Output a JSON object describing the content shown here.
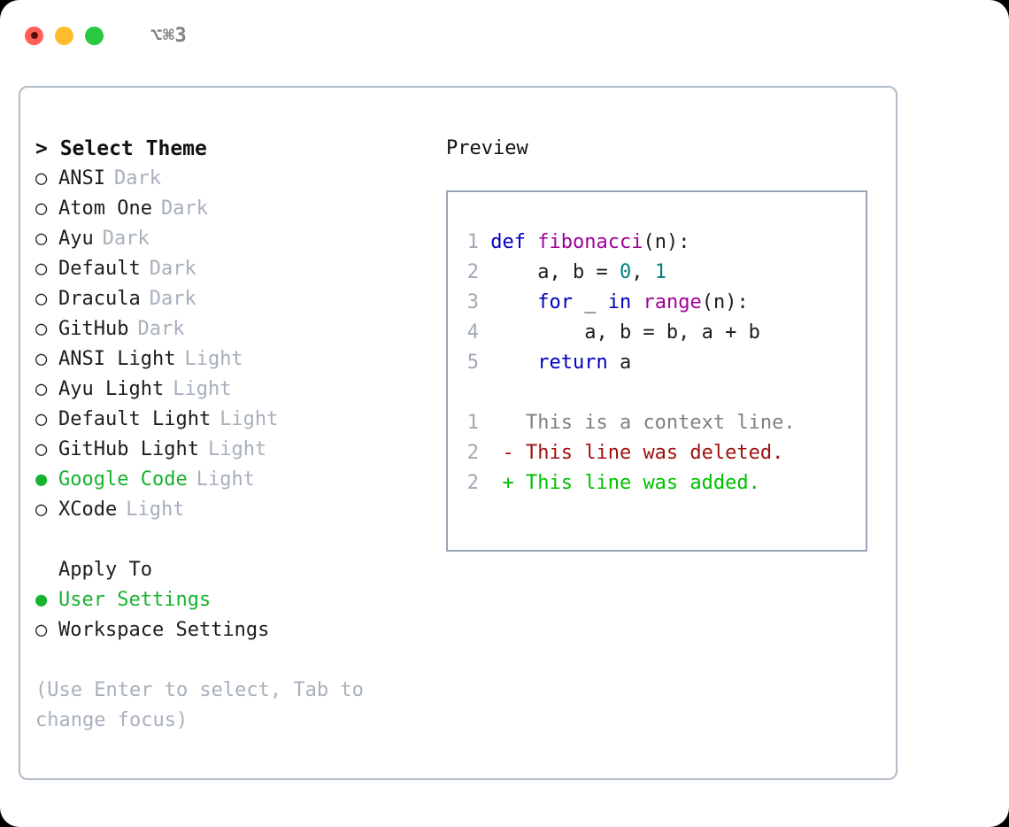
{
  "titlebar": {
    "shortcut": "⌥⌘3",
    "buttons": [
      {
        "name": "close",
        "color": "#ff5f57"
      },
      {
        "name": "minimize",
        "color": "#febc2e"
      },
      {
        "name": "maximize",
        "color": "#28c840"
      }
    ]
  },
  "theme_picker": {
    "header": "> Select Theme",
    "options": [
      {
        "marker": "○",
        "name": "ANSI",
        "tag": "Dark",
        "selected": false
      },
      {
        "marker": "○",
        "name": "Atom One",
        "tag": "Dark",
        "selected": false
      },
      {
        "marker": "○",
        "name": "Ayu",
        "tag": "Dark",
        "selected": false
      },
      {
        "marker": "○",
        "name": "Default",
        "tag": "Dark",
        "selected": false
      },
      {
        "marker": "○",
        "name": "Dracula",
        "tag": "Dark",
        "selected": false
      },
      {
        "marker": "○",
        "name": "GitHub",
        "tag": "Dark",
        "selected": false
      },
      {
        "marker": "○",
        "name": "ANSI Light",
        "tag": "Light",
        "selected": false
      },
      {
        "marker": "○",
        "name": "Ayu Light",
        "tag": "Light",
        "selected": false
      },
      {
        "marker": "○",
        "name": "Default Light",
        "tag": "Light",
        "selected": false
      },
      {
        "marker": "○",
        "name": "GitHub Light",
        "tag": "Light",
        "selected": false
      },
      {
        "marker": "●",
        "name": "Google Code",
        "tag": "Light",
        "selected": true
      },
      {
        "marker": "○",
        "name": "XCode",
        "tag": "Light",
        "selected": false
      }
    ]
  },
  "apply_to": {
    "header": "Apply To",
    "options": [
      {
        "marker": "●",
        "name": "User Settings",
        "selected": true
      },
      {
        "marker": "○",
        "name": "Workspace Settings",
        "selected": false
      }
    ]
  },
  "hint": "(Use Enter to select, Tab to change focus)",
  "preview": {
    "title": "Preview",
    "code_lines": [
      {
        "num": "1",
        "tokens": [
          {
            "t": "def",
            "c": "kw"
          },
          {
            "t": " ",
            "c": "plain"
          },
          {
            "t": "fibonacci",
            "c": "fn"
          },
          {
            "t": "(n):",
            "c": "plain"
          }
        ]
      },
      {
        "num": "2",
        "tokens": [
          {
            "t": "    a, b = ",
            "c": "plain"
          },
          {
            "t": "0",
            "c": "num"
          },
          {
            "t": ", ",
            "c": "plain"
          },
          {
            "t": "1",
            "c": "num"
          }
        ]
      },
      {
        "num": "3",
        "tokens": [
          {
            "t": "    ",
            "c": "plain"
          },
          {
            "t": "for",
            "c": "kw"
          },
          {
            "t": " _ ",
            "c": "plain"
          },
          {
            "t": "in",
            "c": "kw"
          },
          {
            "t": " ",
            "c": "plain"
          },
          {
            "t": "range",
            "c": "fn"
          },
          {
            "t": "(n):",
            "c": "plain"
          }
        ]
      },
      {
        "num": "4",
        "tokens": [
          {
            "t": "        a, b = b, a + b",
            "c": "plain"
          }
        ]
      },
      {
        "num": "5",
        "tokens": [
          {
            "t": "    ",
            "c": "plain"
          },
          {
            "t": "return",
            "c": "kw"
          },
          {
            "t": " a",
            "c": "plain"
          }
        ]
      }
    ],
    "diff_lines": [
      {
        "num": "1",
        "marker": "  ",
        "text": "  This is a context line.",
        "kind": "ctx"
      },
      {
        "num": "2",
        "marker": "- ",
        "text": "- This line was deleted.",
        "kind": "del"
      },
      {
        "num": "2",
        "marker": "+ ",
        "text": "+ This line was added.",
        "kind": "add"
      }
    ]
  },
  "colors": {
    "accent_green": "#17b22e",
    "muted": "#a8b0bc",
    "border": "#b2bbc8",
    "preview_border": "#9aa5b4",
    "keyword": "#0000c0",
    "function": "#a00098",
    "number": "#008080",
    "diff_delete": "#a01010",
    "diff_add": "#00c000"
  }
}
